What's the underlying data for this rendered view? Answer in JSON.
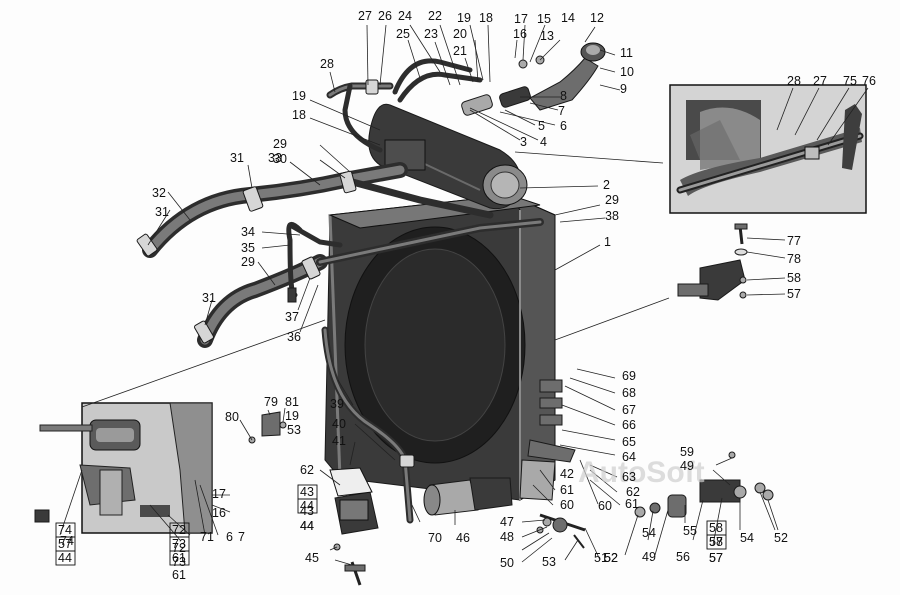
{
  "watermark": "AutoSoft",
  "labels": [
    "27",
    "26",
    "24",
    "22",
    "19",
    "18",
    "17",
    "15",
    "14",
    "12",
    "25",
    "23",
    "20",
    "16",
    "13",
    "11",
    "21",
    "10",
    "28",
    "9",
    "8",
    "7",
    "5",
    "6",
    "19",
    "18",
    "3",
    "4",
    "29",
    "30",
    "31",
    "33",
    "2",
    "29",
    "32",
    "38",
    "31",
    "34",
    "1",
    "35",
    "29",
    "77",
    "78",
    "31",
    "58",
    "57",
    "37",
    "36",
    "69",
    "68",
    "39",
    "67",
    "80",
    "79",
    "81",
    "19",
    "66",
    "53",
    "40",
    "65",
    "41",
    "64",
    "59",
    "49",
    "63",
    "62",
    "42",
    "17",
    "62",
    "61",
    "47",
    "60",
    "61",
    "16",
    "48",
    "60",
    "52",
    "54",
    "43",
    "44",
    "55",
    "54",
    "52",
    "49",
    "74",
    "72",
    "7",
    "50",
    "71",
    "6",
    "53",
    "51",
    "52",
    "56",
    "58",
    "57",
    "57",
    "73",
    "70",
    "46",
    "44",
    "45",
    "61"
  ],
  "boxed_groups": [
    [
      "74",
      "57",
      "44"
    ],
    [
      "72",
      "73",
      "61"
    ],
    [
      "43",
      "44"
    ],
    [
      "58",
      "57"
    ]
  ],
  "inset_labels": [
    "28",
    "27",
    "75",
    "76"
  ]
}
